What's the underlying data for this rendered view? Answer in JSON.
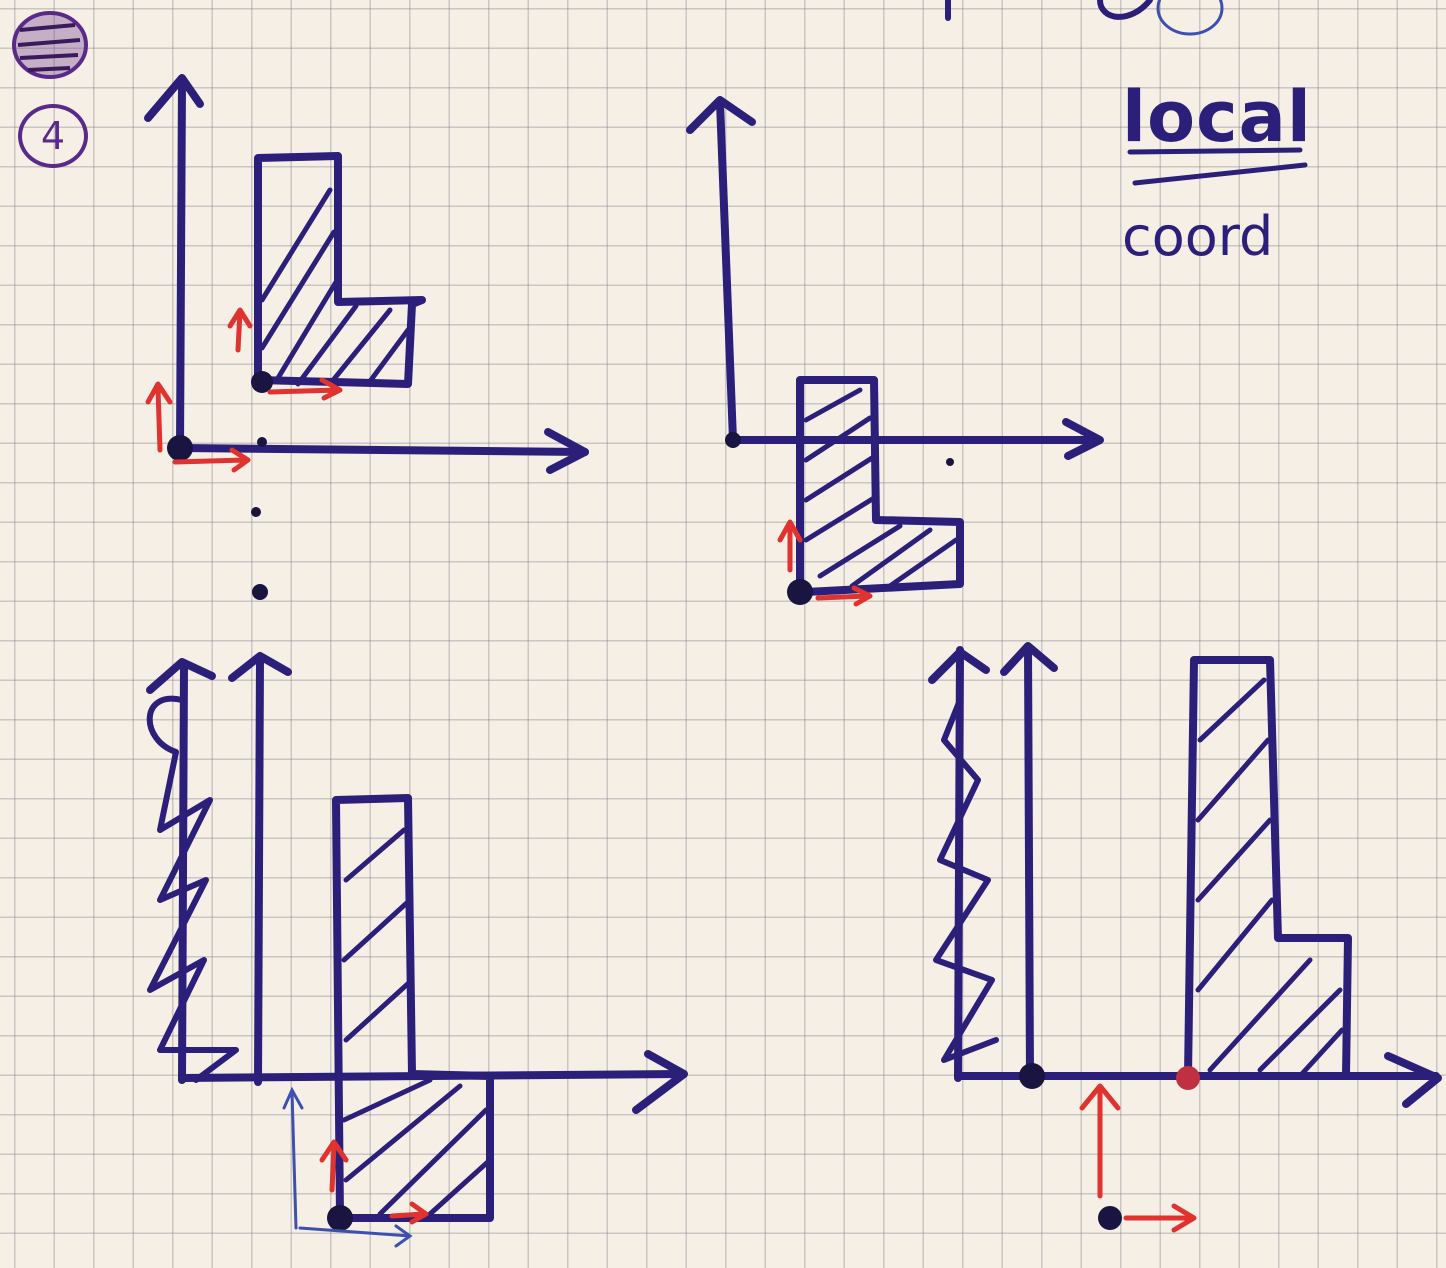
{
  "figure": {
    "marker_number": "4",
    "label_top": "local",
    "label_bottom": "coord"
  },
  "colors": {
    "ink": "#2b1f7a",
    "red_arrows": "#e0322f",
    "paper": "#f6efe6",
    "grid": "#8a8a96"
  },
  "panels": [
    {
      "id": "top-left"
    },
    {
      "id": "top-right"
    },
    {
      "id": "bottom-left"
    },
    {
      "id": "bottom-right"
    }
  ]
}
